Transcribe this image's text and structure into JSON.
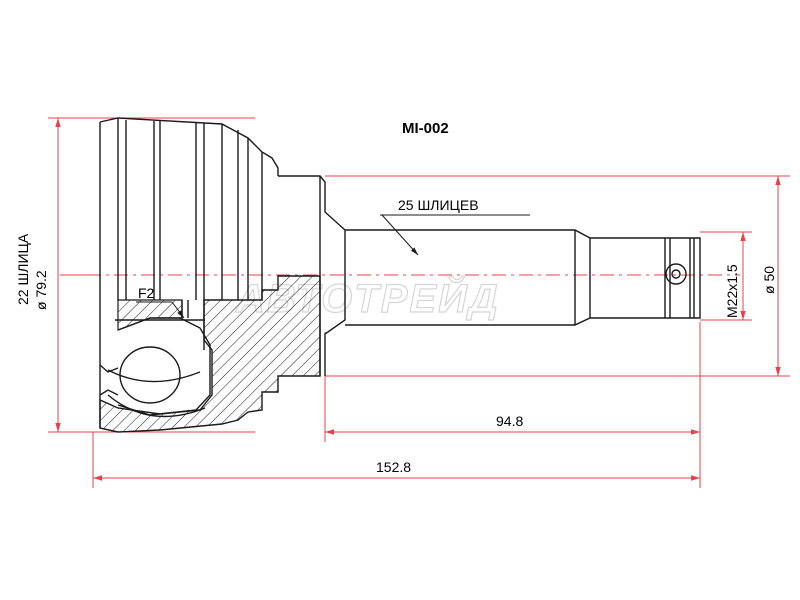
{
  "part": {
    "code": "MI-002"
  },
  "dimensions": {
    "outer_splines": "22 ШЛИЦА",
    "outer_diameter": "ø 79.2",
    "shaft_splines": "25 ШЛИЦЕВ",
    "thread": "M22x1.5",
    "shaft_diameter": "ø 50",
    "shaft_length": "94.8",
    "total_length": "152.8",
    "detail_label": "F2"
  },
  "watermark": {
    "text": "АВТОТРЕЙД"
  },
  "colors": {
    "dimension_line": "#e8414a",
    "outline": "#1a1a1a",
    "watermark": "#d6d6d6"
  }
}
